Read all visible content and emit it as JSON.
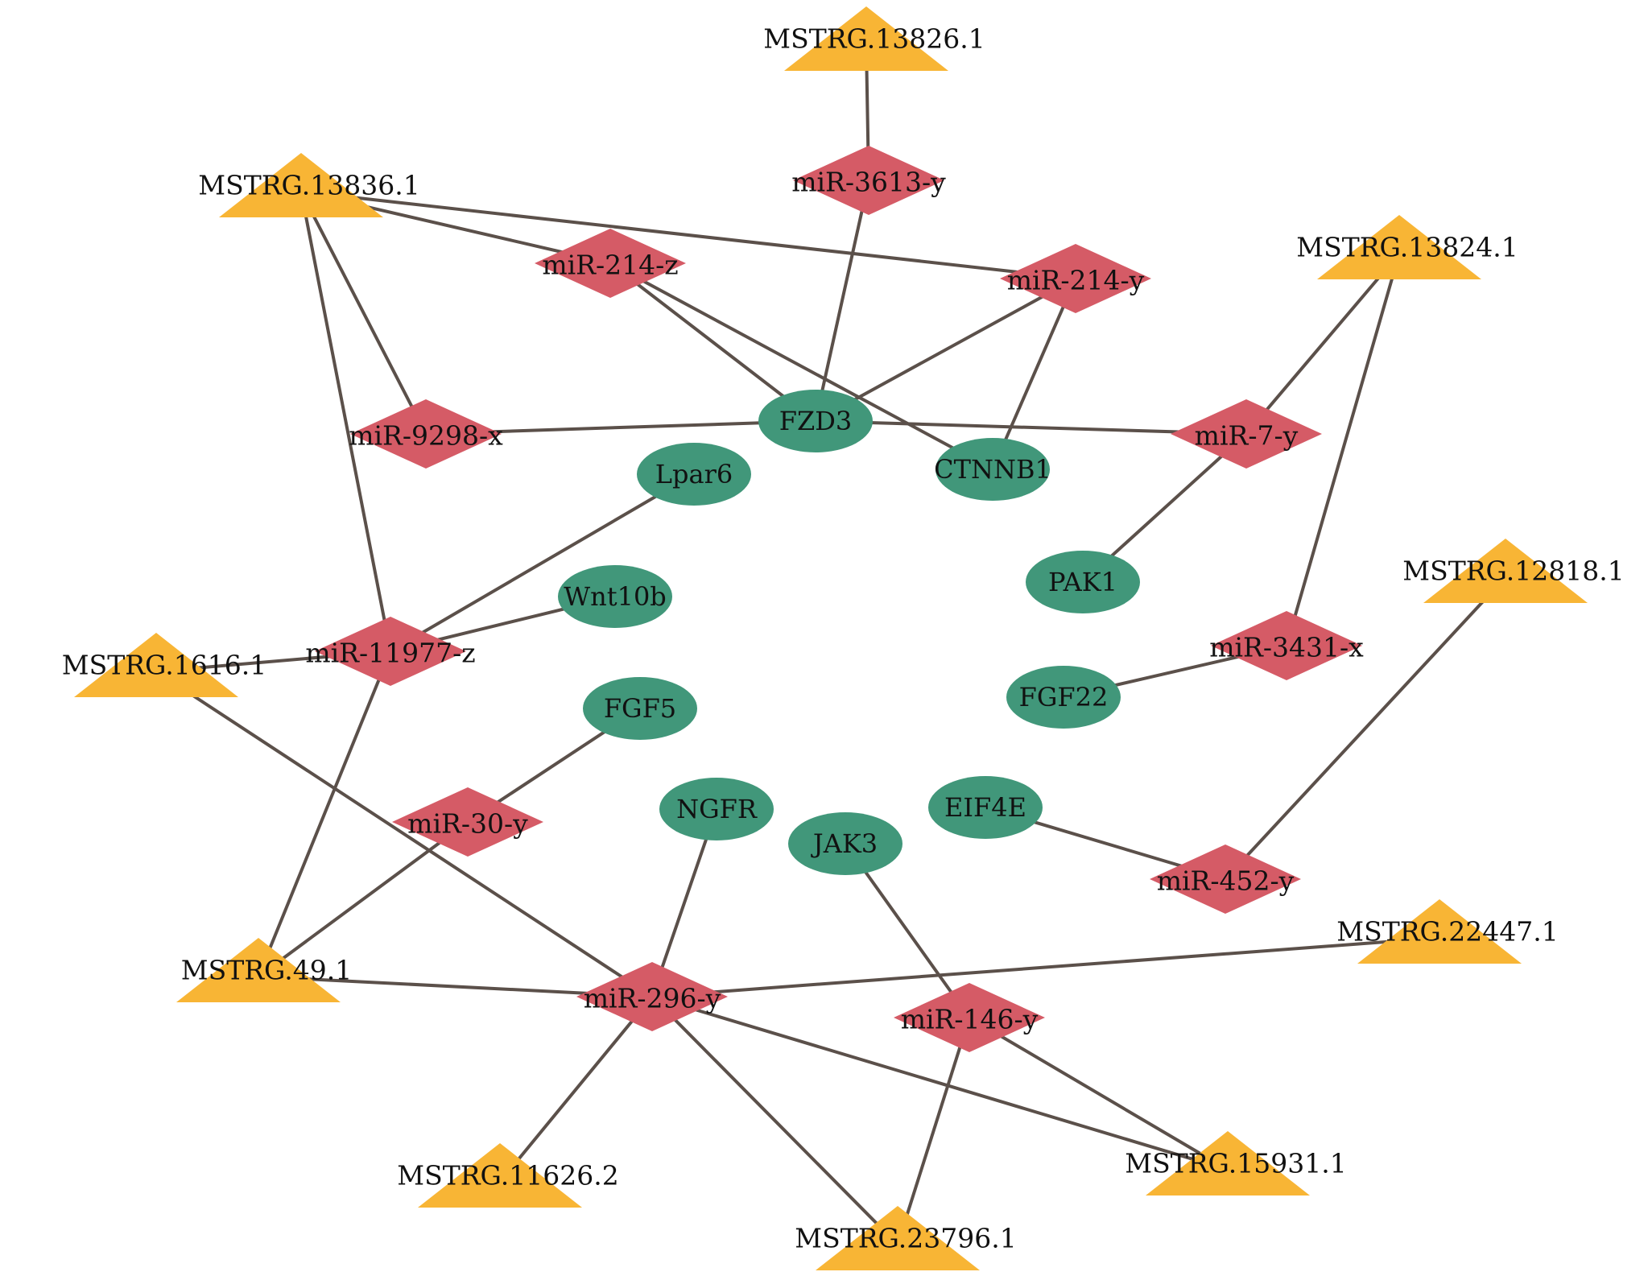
{
  "title": "lncRNA-miRNA-mRNA regulatory network",
  "colors": {
    "lncRNA": "#f8b535",
    "miRNA": "#d55b66",
    "mRNA": "#41977a",
    "edge": "#5b504a"
  },
  "node_types": {
    "lncRNA": "triangle",
    "miRNA": "diamond",
    "mRNA": "ellipse"
  },
  "nodes": [
    {
      "id": "MSTRG.13826.1",
      "type": "lncRNA"
    },
    {
      "id": "MSTRG.13836.1",
      "type": "lncRNA"
    },
    {
      "id": "MSTRG.13824.1",
      "type": "lncRNA"
    },
    {
      "id": "MSTRG.12818.1",
      "type": "lncRNA"
    },
    {
      "id": "MSTRG.1616.1",
      "type": "lncRNA"
    },
    {
      "id": "MSTRG.49.1",
      "type": "lncRNA"
    },
    {
      "id": "MSTRG.11626.2",
      "type": "lncRNA"
    },
    {
      "id": "MSTRG.23796.1",
      "type": "lncRNA"
    },
    {
      "id": "MSTRG.15931.1",
      "type": "lncRNA"
    },
    {
      "id": "MSTRG.22447.1",
      "type": "lncRNA"
    },
    {
      "id": "miR-3613-y",
      "type": "miRNA"
    },
    {
      "id": "miR-214-z",
      "type": "miRNA"
    },
    {
      "id": "miR-214-y",
      "type": "miRNA"
    },
    {
      "id": "miR-9298-x",
      "type": "miRNA"
    },
    {
      "id": "miR-7-y",
      "type": "miRNA"
    },
    {
      "id": "miR-11977-z",
      "type": "miRNA"
    },
    {
      "id": "miR-3431-x",
      "type": "miRNA"
    },
    {
      "id": "miR-30-y",
      "type": "miRNA"
    },
    {
      "id": "miR-452-y",
      "type": "miRNA"
    },
    {
      "id": "miR-296-y",
      "type": "miRNA"
    },
    {
      "id": "miR-146-y",
      "type": "miRNA"
    },
    {
      "id": "FZD3",
      "type": "mRNA"
    },
    {
      "id": "CTNNB1",
      "type": "mRNA"
    },
    {
      "id": "Lpar6",
      "type": "mRNA"
    },
    {
      "id": "PAK1",
      "type": "mRNA"
    },
    {
      "id": "Wnt10b",
      "type": "mRNA"
    },
    {
      "id": "FGF22",
      "type": "mRNA"
    },
    {
      "id": "FGF5",
      "type": "mRNA"
    },
    {
      "id": "NGFR",
      "type": "mRNA"
    },
    {
      "id": "JAK3",
      "type": "mRNA"
    },
    {
      "id": "EIF4E",
      "type": "mRNA"
    }
  ],
  "edges": [
    [
      "MSTRG.13826.1",
      "miR-3613-y"
    ],
    [
      "miR-3613-y",
      "FZD3"
    ],
    [
      "MSTRG.13836.1",
      "miR-214-z"
    ],
    [
      "MSTRG.13836.1",
      "miR-214-y"
    ],
    [
      "MSTRG.13836.1",
      "miR-9298-x"
    ],
    [
      "MSTRG.13836.1",
      "miR-11977-z"
    ],
    [
      "miR-214-z",
      "FZD3"
    ],
    [
      "miR-214-z",
      "CTNNB1"
    ],
    [
      "miR-214-y",
      "FZD3"
    ],
    [
      "miR-214-y",
      "CTNNB1"
    ],
    [
      "miR-9298-x",
      "FZD3"
    ],
    [
      "FZD3",
      "miR-7-y"
    ],
    [
      "MSTRG.13824.1",
      "miR-7-y"
    ],
    [
      "MSTRG.13824.1",
      "miR-3431-x"
    ],
    [
      "miR-7-y",
      "PAK1"
    ],
    [
      "miR-3431-x",
      "FGF22"
    ],
    [
      "MSTRG.12818.1",
      "miR-452-y"
    ],
    [
      "EIF4E",
      "miR-452-y"
    ],
    [
      "MSTRG.1616.1",
      "miR-11977-z"
    ],
    [
      "MSTRG.1616.1",
      "miR-296-y"
    ],
    [
      "miR-11977-z",
      "Lpar6"
    ],
    [
      "miR-11977-z",
      "Wnt10b"
    ],
    [
      "miR-11977-z",
      "MSTRG.49.1"
    ],
    [
      "miR-30-y",
      "FGF5"
    ],
    [
      "miR-30-y",
      "MSTRG.49.1"
    ],
    [
      "MSTRG.49.1",
      "miR-296-y"
    ],
    [
      "NGFR",
      "miR-296-y"
    ],
    [
      "miR-296-y",
      "MSTRG.22447.1"
    ],
    [
      "miR-296-y",
      "MSTRG.11626.2"
    ],
    [
      "miR-296-y",
      "MSTRG.23796.1"
    ],
    [
      "miR-296-y",
      "MSTRG.15931.1"
    ],
    [
      "JAK3",
      "miR-146-y"
    ],
    [
      "miR-146-y",
      "MSTRG.23796.1"
    ],
    [
      "miR-146-y",
      "MSTRG.15931.1"
    ]
  ]
}
